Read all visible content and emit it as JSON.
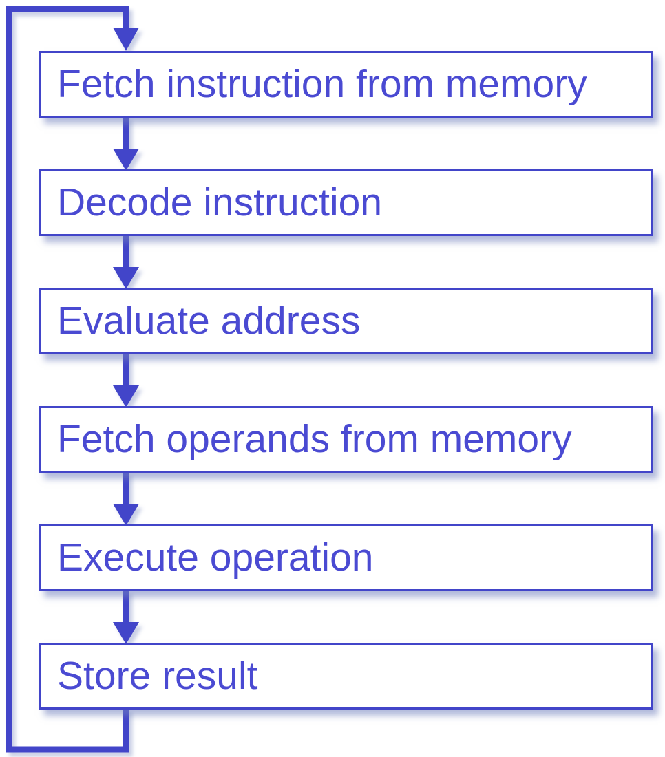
{
  "diagram": {
    "kind": "flowchart-loop",
    "steps": [
      {
        "label": "Fetch instruction from memory"
      },
      {
        "label": "Decode instruction"
      },
      {
        "label": "Evaluate address"
      },
      {
        "label": "Fetch operands from memory"
      },
      {
        "label": "Execute operation"
      },
      {
        "label": "Store result"
      }
    ],
    "loop": "after last step, control returns to first step"
  },
  "colors": {
    "line": "#4245c9",
    "text": "#4a4ad2",
    "box_bg": "#ffffff",
    "page_bg": "#ffffff",
    "shadow": "rgba(115,130,190,0.55)"
  }
}
